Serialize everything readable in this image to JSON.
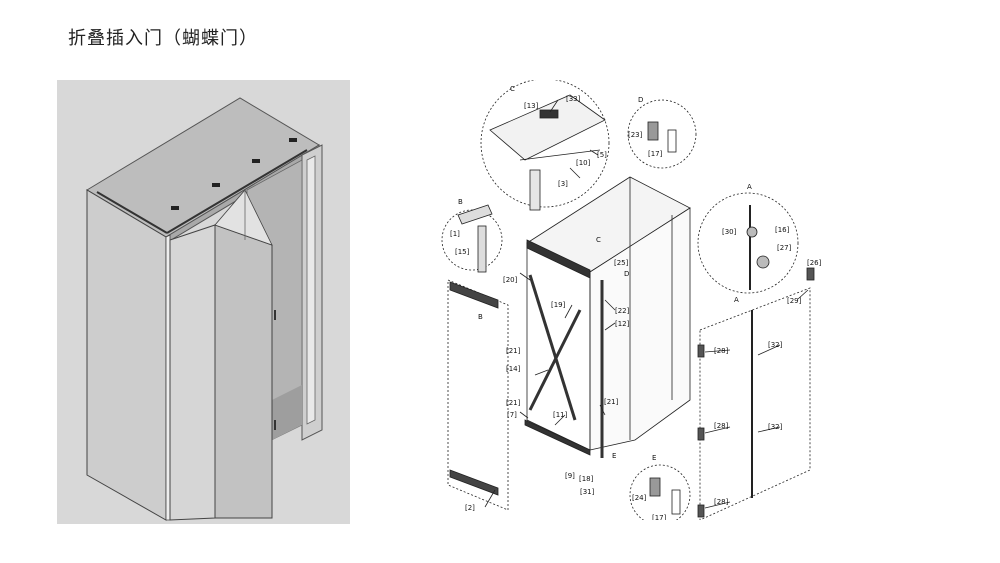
{
  "page": {
    "title": "折叠插入门（蝴蝶门）"
  },
  "diagram": {
    "circle_labels": {
      "A": "A",
      "B": "B",
      "C": "C",
      "D": "D",
      "E": "E"
    },
    "parts": {
      "p1": "[1]",
      "p2": "[2]",
      "p3": "[3]",
      "p5": "[5]",
      "p7": "[7]",
      "p9": "[9]",
      "p10": "[10]",
      "p11": "[11]",
      "p12": "[12]",
      "p13": "[13]",
      "p14": "[14]",
      "p15": "[15]",
      "p16": "[16]",
      "p17": "[17]",
      "p18": "[18]",
      "p19": "[19]",
      "p20": "[20]",
      "p21": "[21]",
      "p22": "[22]",
      "p23": "[23]",
      "p24": "[24]",
      "p25": "[25]",
      "p26": "[26]",
      "p27": "[27]",
      "p28": "[28]",
      "p29": "[29]",
      "p30": "[30]",
      "p31": "[31]",
      "p32": "[32]",
      "p33": "[33]"
    }
  }
}
